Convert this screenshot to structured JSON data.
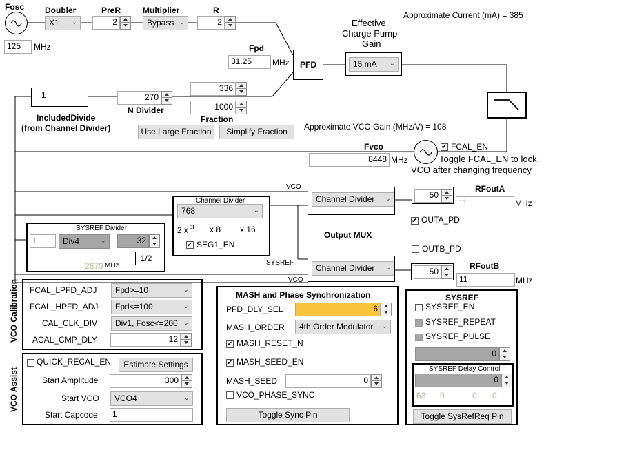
{
  "top": {
    "fosc_label": "Fosc",
    "fosc_value": "125",
    "fosc_unit": "MHz",
    "doubler_label": "Doubler",
    "doubler_value": "X1",
    "prer_label": "PreR",
    "prer_value": "2",
    "multiplier_label": "Multiplier",
    "multiplier_value": "Bypass",
    "r_label": "R",
    "r_value": "2",
    "fpd_label": "Fpd",
    "fpd_value": "31.25",
    "fpd_unit": "MHz",
    "pfd_label": "PFD",
    "cp_gain_label_1": "Effective",
    "cp_gain_label_2": "Charge Pump",
    "cp_gain_label_3": "Gain",
    "cp_gain_value": "15 mA",
    "current_text": "Approximate Current (mA) = 385"
  },
  "ndiv": {
    "included_value": "1",
    "included_label_1": "IncludedDivide",
    "included_label_2": "(from Channel Divider)",
    "n_value": "270",
    "n_label": "N Divider",
    "num_value": "336",
    "den_value": "1000",
    "fraction_label": "Fraction",
    "use_large_btn": "Use Large Fraction",
    "simplify_btn": "Simplify Fraction",
    "vco_gain_text": "Approximate VCO Gain (MHz/V) =  108"
  },
  "vco": {
    "fvco_label": "Fvco",
    "fvco_value": "8448",
    "fvco_unit": "MHz",
    "fcal_en_label": "FCAL_EN",
    "fcal_note_1": "Toggle FCAL_EN to lock",
    "fcal_note_2": "VCO after changing frequency"
  },
  "chdiv": {
    "vco_wire_label": "VCO",
    "sysref_wire_label": "SYSREF",
    "vco_wire_label2": "VCO",
    "box_title": "Channel  Divider",
    "value": "768",
    "f1": "2 x",
    "f1n": "3",
    "f2": "x  8",
    "f3": "x  16",
    "seg1_label": "SEG1_EN",
    "mux_a": "Channel Divider",
    "mux_b": "Channel Divider",
    "output_mux": "Output MUX"
  },
  "sysref_div": {
    "title": "SYSREF Divider",
    "left_value": "1",
    "div_value": "Div4",
    "right_value": "32",
    "freq_value": "2670",
    "freq_unit": "MHz",
    "half": "1/2"
  },
  "outputs": {
    "a_pwr": "50",
    "a_label": "RFoutA",
    "a_value": "11",
    "a_unit": "MHz",
    "outa_pd": "OUTA_PD",
    "outb_pd": "OUTB_PD",
    "b_pwr": "50",
    "b_label": "RFoutB",
    "b_value": "11",
    "b_unit": "MHz"
  },
  "vco_cal": {
    "side_label": "VCO Calibration",
    "lpfd_label": "FCAL_LPFD_ADJ",
    "lpfd_value": "Fpd>=10",
    "hpfd_label": "FCAL_HPFD_ADJ",
    "hpfd_value": "Fpd<=100",
    "clkdiv_label": "CAL_CLK_DIV",
    "clkdiv_value": "Div1, Fosc<=200",
    "acal_label": "ACAL_CMP_DLY",
    "acal_value": "12"
  },
  "vco_assist": {
    "side_label": "VCO Assist",
    "quick_label": "QUICK_RECAL_EN",
    "estimate_btn": "Estimate Settings",
    "amp_label": "Start Amplitude",
    "amp_value": "300",
    "vco_label": "Start VCO",
    "vco_value": "VCO4",
    "capcode_label": "Start Capcode",
    "capcode_value": "1"
  },
  "mash": {
    "title": "MASH and Phase Synchronization",
    "pfd_dly_label": "PFD_DLY_SEL",
    "pfd_dly_value": "6",
    "order_label": "MASH_ORDER",
    "order_value": "4th Order Modulator",
    "reset_label": "MASH_RESET_N",
    "seed_en_label": "MASH_SEED_EN",
    "seed_label": "MASH_SEED",
    "seed_value": "0",
    "phase_sync_label": "VCO_PHASE_SYNC",
    "toggle_btn": "Toggle Sync Pin"
  },
  "sysref": {
    "title": "SYSREF",
    "en_label": "SYSREF_EN",
    "repeat_label": "SYSREF_REPEAT",
    "pulse_label": "SYSREF_PULSE",
    "value": "0",
    "delay_title": "SYSREF Delay Control",
    "delay_value": "0",
    "d1": "63",
    "d2": "0",
    "d3": "0",
    "d4": "0",
    "toggle_btn": "Toggle SysRefReq Pin"
  }
}
